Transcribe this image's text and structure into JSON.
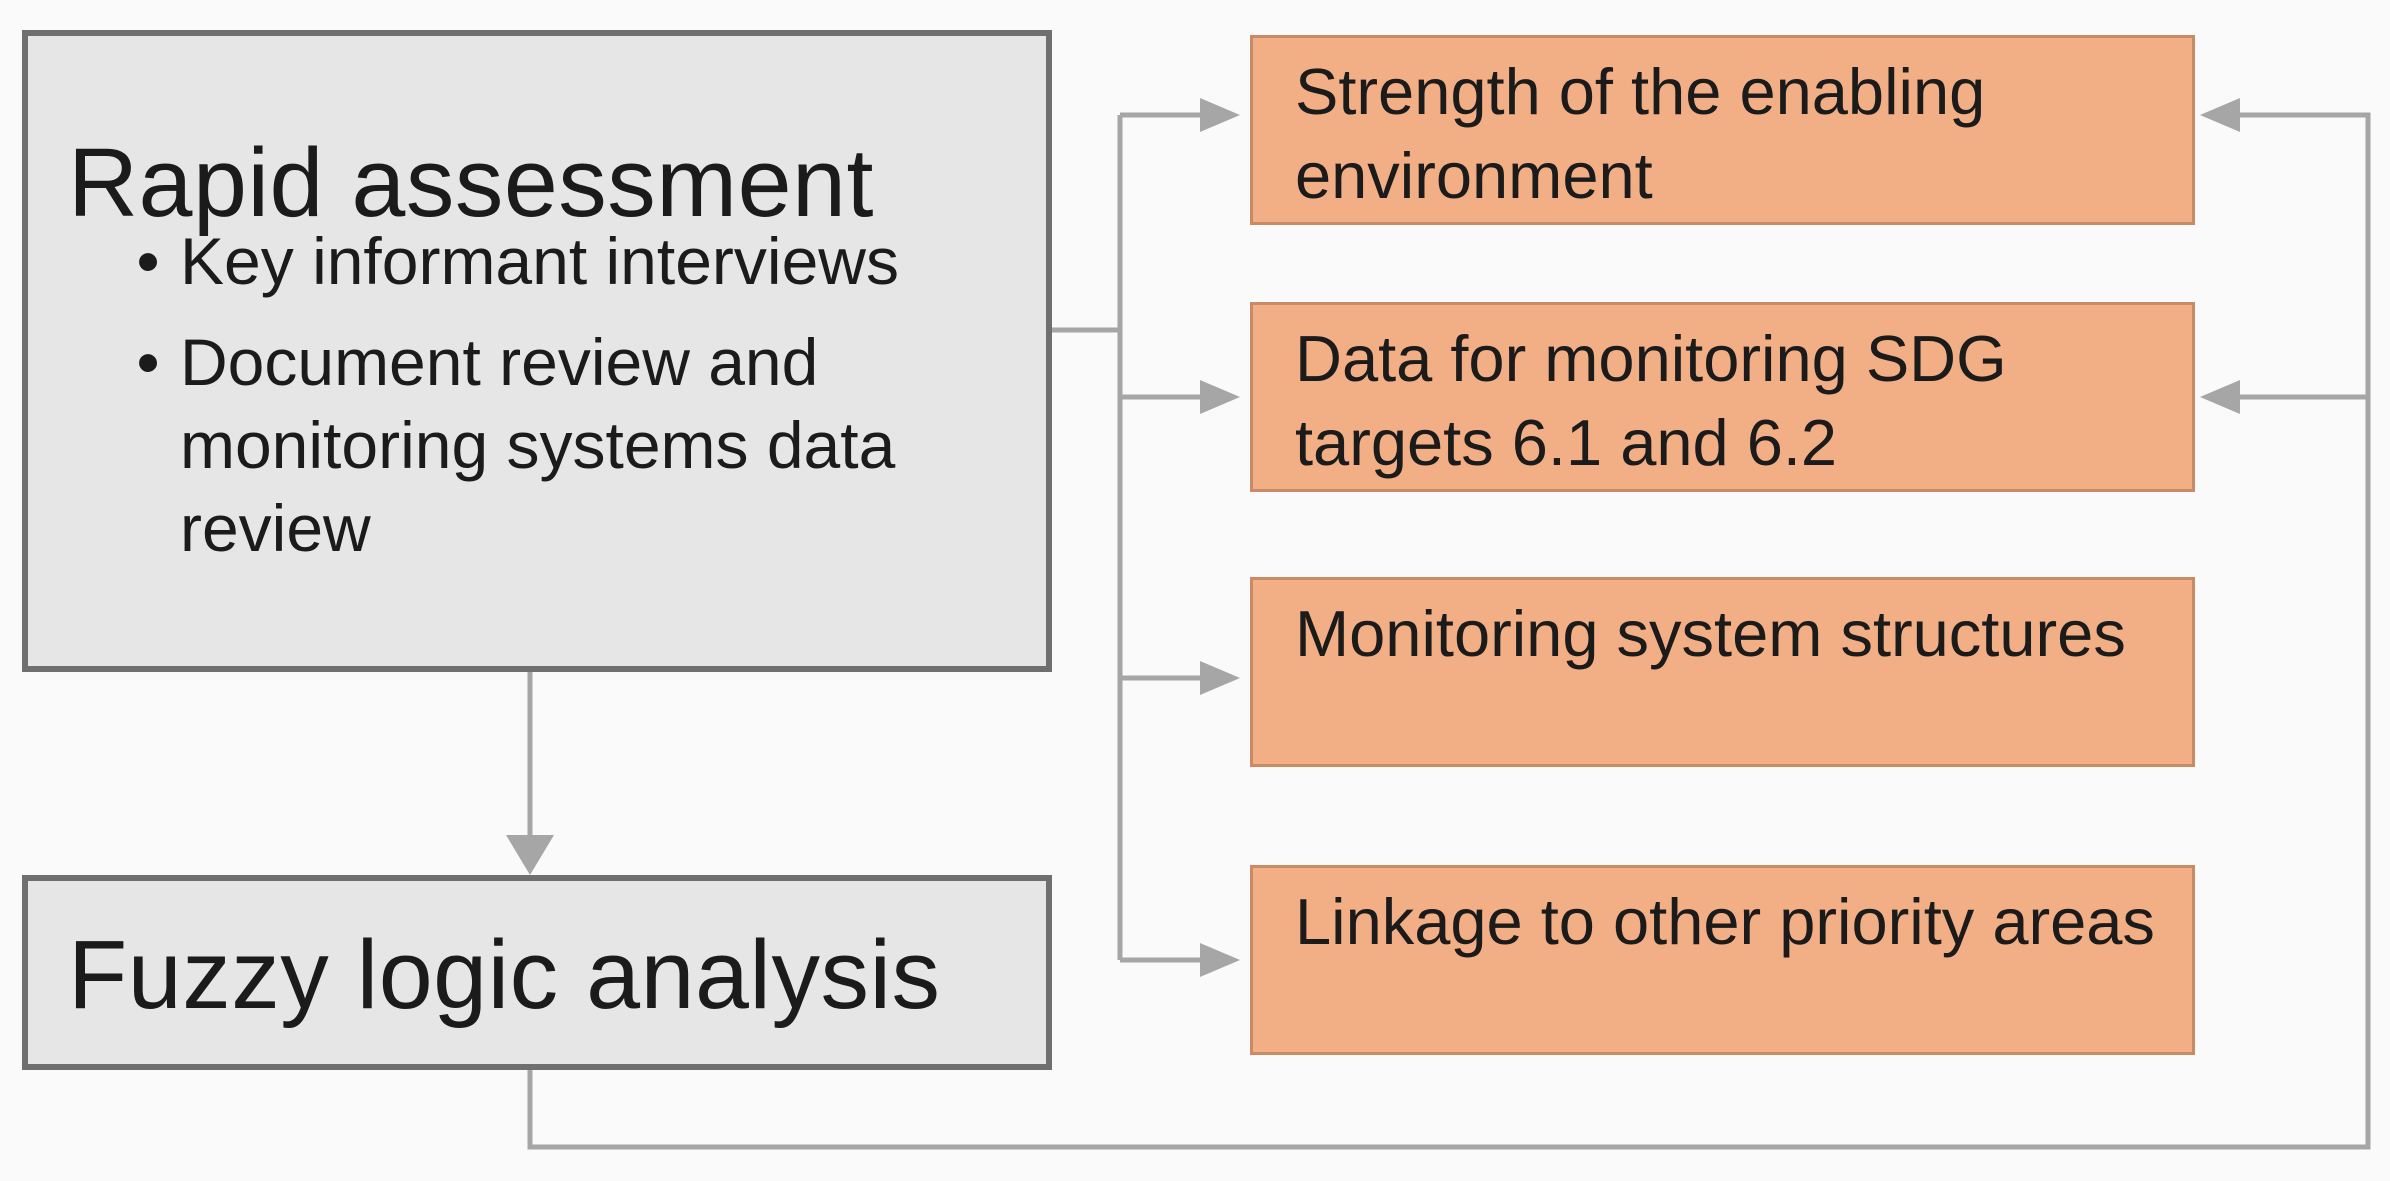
{
  "colors": {
    "grey_box_fill": "#e6e6e6",
    "grey_box_border": "#6f6f6f",
    "orange_box_fill": "#f2ae84",
    "orange_box_border": "#c98a66",
    "connector": "#a6a6a6"
  },
  "rapid_assessment": {
    "title": "Rapid assessment",
    "items": [
      "Key informant interviews",
      "Document review and monitoring systems data review"
    ]
  },
  "fuzzy_logic": {
    "title": "Fuzzy logic analysis"
  },
  "outcomes": [
    "Strength of the enabling environment",
    "Data for monitoring SDG targets 6.1 and 6.2",
    "Monitoring system structures",
    "Linkage to other priority areas"
  ]
}
